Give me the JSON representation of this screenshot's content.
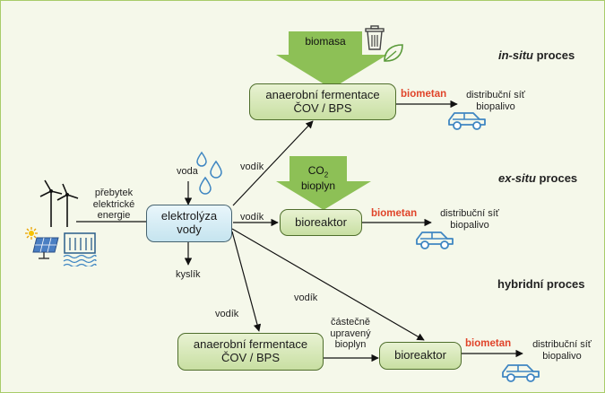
{
  "processes": {
    "insitu": {
      "title_italic": "in-situ",
      "title_rest": " proces"
    },
    "exsitu": {
      "title_italic": "ex-situ",
      "title_rest": " proces"
    },
    "hybrid": {
      "title": "hybridní proces"
    }
  },
  "inputs": {
    "biomasa": "biomasa",
    "co2_line1": "CO",
    "co2_sub": "2",
    "co2_line2": "bioplyn"
  },
  "boxes": {
    "electrolysis": [
      "elektrolýza",
      "vody"
    ],
    "anaerobic_top": [
      "anaerobní fermentace",
      "ČOV / BPS"
    ],
    "bioreactor_mid": "bioreaktor",
    "anaerobic_bottom": [
      "anaerobní fermentace",
      "ČOV / BPS"
    ],
    "bioreactor_bottom": "bioreaktor"
  },
  "labels": {
    "surplus": [
      "přebytek",
      "elektrické",
      "energie"
    ],
    "voda": "voda",
    "kyslik": "kyslík",
    "vodik": "vodík",
    "partial": [
      "částečně",
      "upravený",
      "bioplyn"
    ],
    "biometan": "biometan",
    "output": [
      "distribuční síť",
      "biopalivo"
    ]
  },
  "colors": {
    "accent_green": "#8dc056",
    "biometan": "#e0442a",
    "car": "#3f86c2",
    "box_border": "#4f6e2c"
  }
}
